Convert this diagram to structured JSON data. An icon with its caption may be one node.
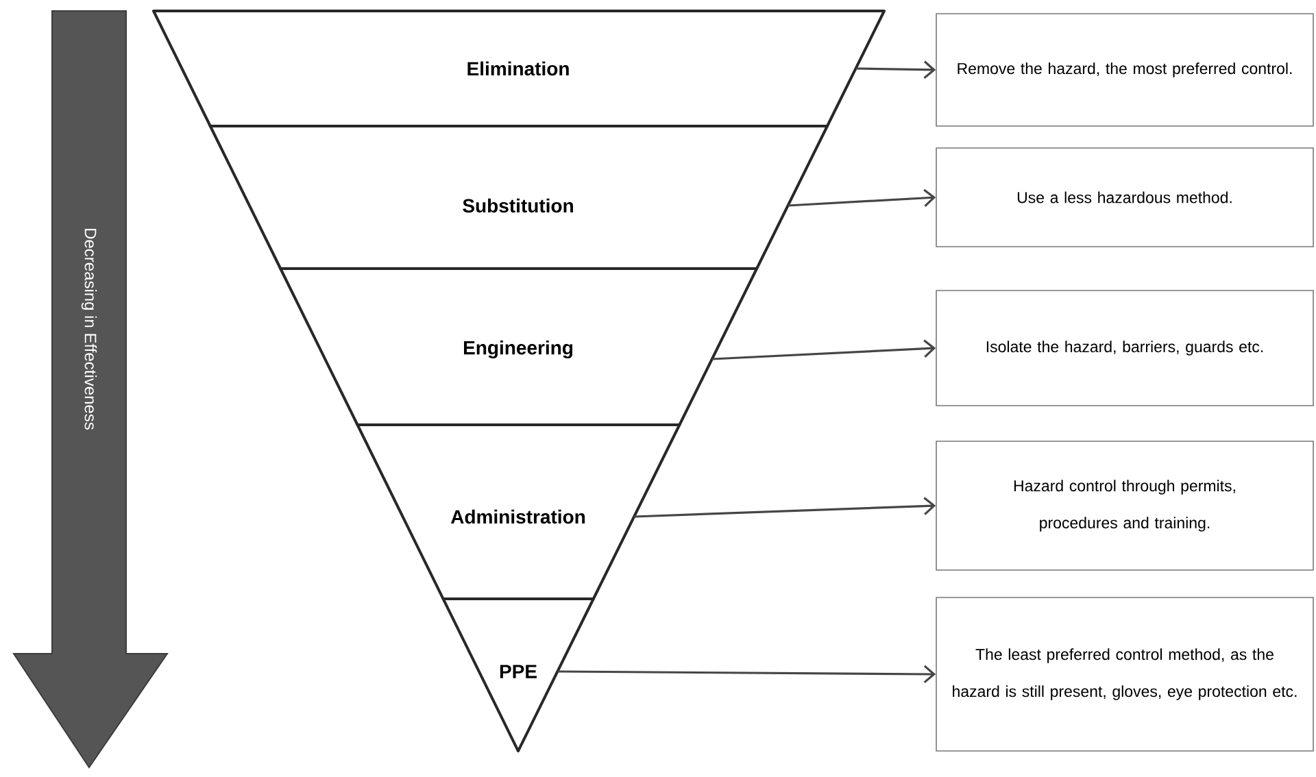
{
  "diagram": {
    "nodes": [
      {
        "text": [
          "Elimination"
        ]
      },
      {
        "text": [
          "Substitution"
        ]
      },
      {
        "text": [
          "Engineering"
        ]
      },
      {
        "text": [
          "Administration"
        ]
      },
      {
        "text": [
          "PPE"
        ]
      },
      {
        "text": [
          "Remove the hazard, the most preferred control."
        ]
      },
      {
        "text": [
          "Use a less hazardous method."
        ]
      },
      {
        "text": [
          "Isolate the hazard, barriers, guards etc."
        ]
      },
      {
        "text": [
          "Hazard control through permits, procedures and training."
        ]
      },
      {
        "text": [
          "The least preferred control method, as the hazard is still present, gloves, eye protection etc."
        ]
      }
    ],
    "edges": [
      {
        "from": 0,
        "to": 5,
        "arrow": "to"
      },
      {
        "from": 1,
        "to": 6,
        "arrow": "to"
      },
      {
        "from": 2,
        "to": 7,
        "arrow": "to"
      },
      {
        "from": 3,
        "to": 8,
        "arrow": "to"
      },
      {
        "from": 4,
        "to": 9,
        "arrow": "to"
      }
    ],
    "labels": [
      "Decreasing in Effectiveness"
    ]
  }
}
